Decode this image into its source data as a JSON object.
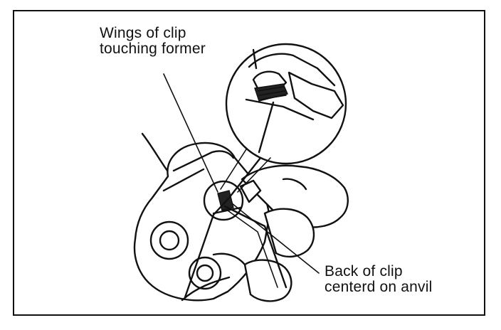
{
  "callouts": {
    "wings": {
      "line1": "Wings of clip",
      "line2": "touching former"
    },
    "back": {
      "line1": "Back of clip",
      "line2": "centerd on anvil"
    }
  },
  "illustration": {
    "icon": "crimping-tool-with-clip-magnified-view-icon",
    "stroke_color": "#111111",
    "background_color": "#ffffff"
  }
}
